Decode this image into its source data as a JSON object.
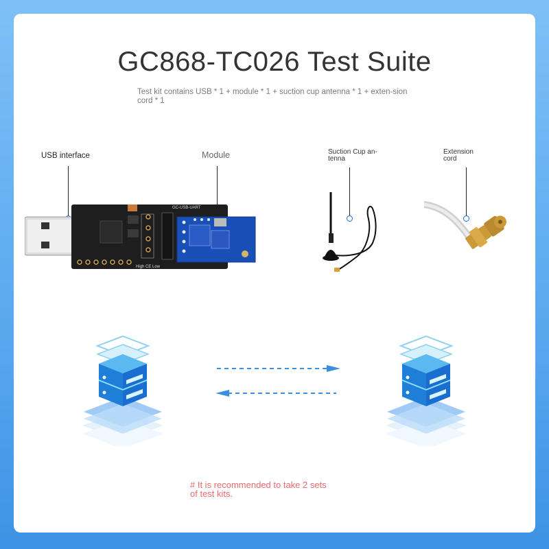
{
  "title": "GC868-TC026 Test Suite",
  "subtitle": "Test kit contains USB * 1 + module * 1 + suction cup antenna * 1 + exten-sion cord * 1",
  "labels": {
    "usb": "USB interface",
    "module": "Module",
    "antenna_line1": "Suction Cup an-",
    "antenna_line2": "tenna",
    "extension_line1": "Extension",
    "extension_line2": "cord"
  },
  "board_silk": {
    "header": "GC-USB-UART",
    "bottom": "High CE Low"
  },
  "note": {
    "line1": "# It is recommended to take 2 sets",
    "line2": "of test kits."
  },
  "colors": {
    "background": "#5aa8ee",
    "accent_blue": "#1a6ad8",
    "note_red": "#e96a6a",
    "arrow_blue": "#3a8fe0"
  }
}
